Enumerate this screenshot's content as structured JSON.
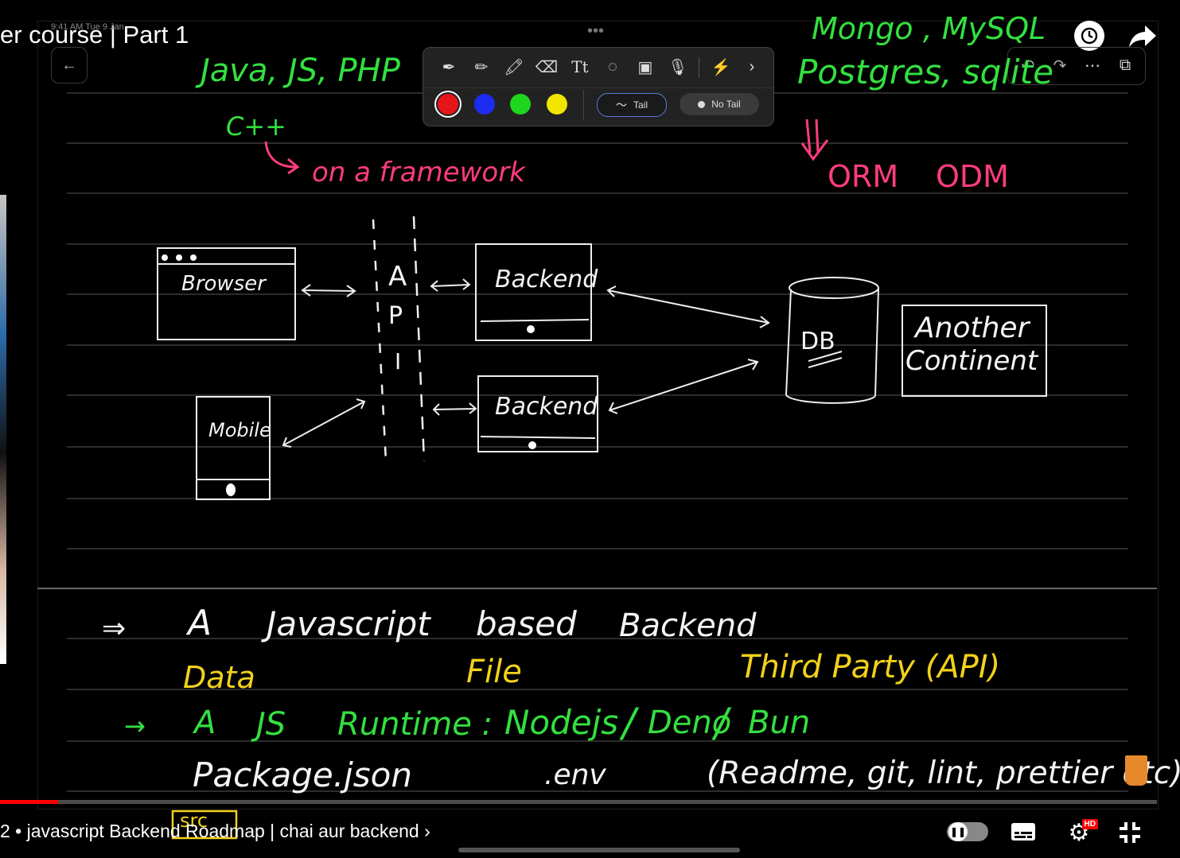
{
  "video": {
    "title": "er course | Part 1",
    "status_time": "9:41 AM  Tue 9 Jan",
    "next_video": "2 • javascript Backend Roadmap | chai aur backend"
  },
  "notes_app": {
    "toolbar": {
      "tools": [
        "pen-icon",
        "pencil-icon",
        "marker-icon",
        "eraser-icon",
        "text-style-icon",
        "lasso-icon",
        "image-icon",
        "microphone-icon",
        "laser-pointer-icon"
      ],
      "colors": [
        "#e8141c",
        "#1d2cf0",
        "#1ed61e",
        "#f2e600"
      ],
      "tail_label": "Tail",
      "no_tail_label": "No Tail"
    }
  },
  "board": {
    "top_left": {
      "languages": "Java, JS, PHP",
      "cpp": "C++",
      "framework_note": "on a framework"
    },
    "top_right": {
      "databases_line1": "Mongo , MySQL",
      "databases_line2": "Postgres, sqlite",
      "orm": "ORM",
      "odm": "ODM"
    },
    "diagram": {
      "browser": "Browser",
      "mobile": "Mobile",
      "api_letters": [
        "A",
        "P",
        "I"
      ],
      "backend_1": "Backend",
      "backend_2": "Backend",
      "db": "DB",
      "another_continent_line1": "Another",
      "another_continent_line2": "Continent"
    },
    "bottom": {
      "arrow_double": "⇒",
      "js_based": [
        "A",
        "Javascript",
        "based",
        "Backend"
      ],
      "data": "Data",
      "file": "File",
      "third_party": "Third Party (API)",
      "arrow_single": "→",
      "runtime": [
        "A",
        "JS",
        "Runtime :",
        "Nodejs",
        "/",
        "Deno",
        "/",
        "Bun"
      ],
      "package_json": "Package.json",
      "env": ".env",
      "extras": "(Readme, git, lint, prettier etc)",
      "src_badge": "src"
    }
  },
  "player": {
    "progress_percent": 5,
    "hd_badge": "HD"
  }
}
